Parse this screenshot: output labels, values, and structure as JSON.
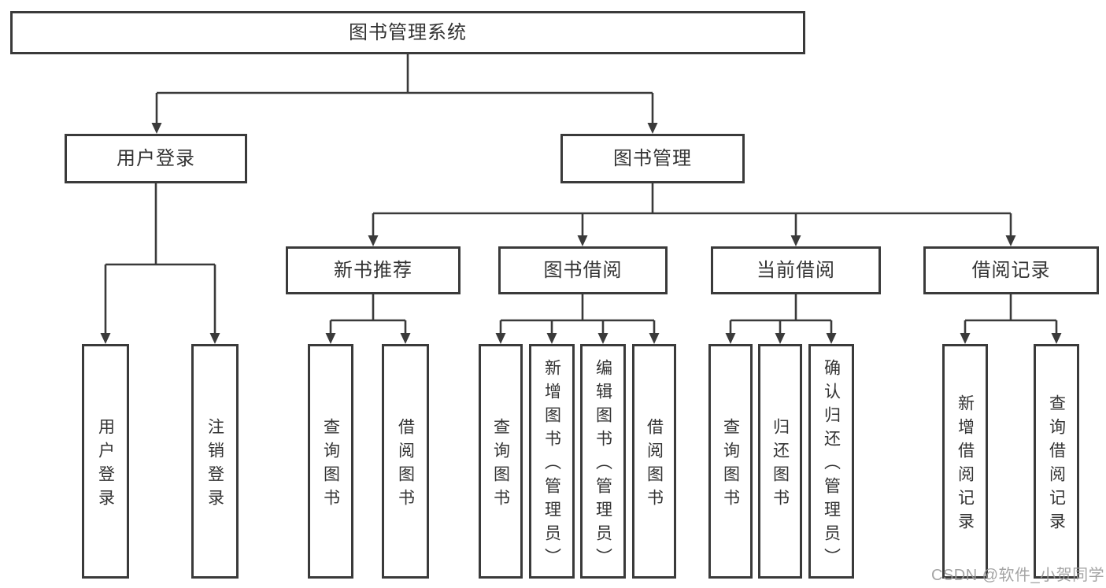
{
  "diagram": {
    "root": {
      "label": "图书管理系统",
      "children": [
        {
          "label": "用户登录",
          "children": [
            {
              "label": "用户登录"
            },
            {
              "label": "注销登录"
            }
          ]
        },
        {
          "label": "图书管理",
          "children": [
            {
              "label": "新书推荐",
              "children": [
                {
                  "label": "查询图书"
                },
                {
                  "label": "借阅图书"
                }
              ]
            },
            {
              "label": "图书借阅",
              "children": [
                {
                  "label": "查询图书"
                },
                {
                  "label": "新增图书（管理员）"
                },
                {
                  "label": "编辑图书（管理员）"
                },
                {
                  "label": "借阅图书"
                }
              ]
            },
            {
              "label": "当前借阅",
              "children": [
                {
                  "label": "查询图书"
                },
                {
                  "label": "归还图书"
                },
                {
                  "label": "确认归还（管理员）"
                }
              ]
            },
            {
              "label": "借阅记录",
              "children": [
                {
                  "label": "新增借阅记录"
                },
                {
                  "label": "查询借阅记录"
                }
              ]
            }
          ]
        }
      ]
    }
  },
  "watermark": {
    "text": "CSDN @软件_小贺同学"
  },
  "colors": {
    "line": "#3a3a3a",
    "text": "#333333",
    "box_background": "#ffffff",
    "page_background": "#ffffff",
    "watermark": "#9b9b9b"
  }
}
